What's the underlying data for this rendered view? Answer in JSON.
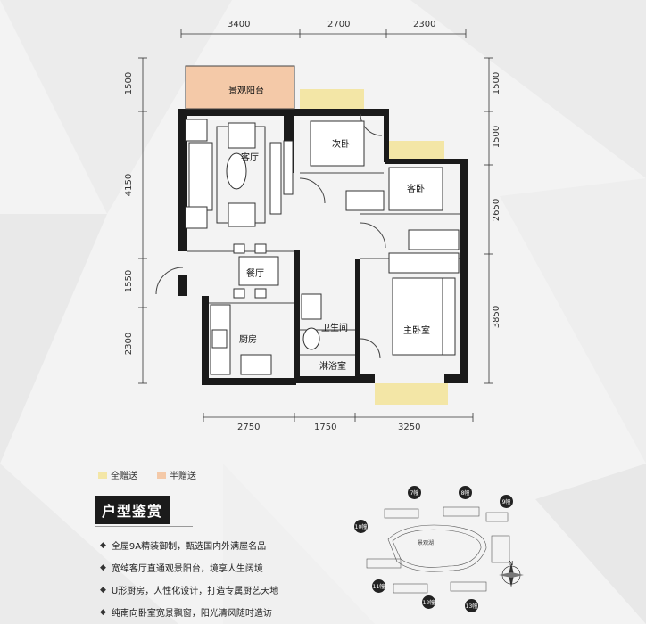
{
  "dims_top": [
    "3400",
    "2700",
    "2300"
  ],
  "dims_bottom": [
    "2750",
    "1750",
    "3250"
  ],
  "dims_left": [
    "1500",
    "4150",
    "1550",
    "2300"
  ],
  "dims_right": [
    "1500",
    "1500",
    "2650",
    "3850"
  ],
  "rooms": {
    "balcony": "景观阳台",
    "living": "客厅",
    "second_bedroom": "次卧",
    "guest_bedroom": "客卧",
    "dining": "餐厅",
    "kitchen": "厨房",
    "bathroom": "卫生间",
    "shower": "淋浴室",
    "master_bedroom": "主卧室"
  },
  "legend": {
    "full_gift": "全赠送",
    "half_gift": "半赠送",
    "full_color": "#f3e6a6",
    "half_color": "#f4c9a8"
  },
  "section_title": "户型鉴赏",
  "features": [
    "全屋9A精装御制，甄选国内外满屋名品",
    "宽绰客厅直通观景阳台，境享人生阔境",
    "U形厨房，人性化设计，打造专属厨艺天地",
    "纯南向卧室宽景飘窗，阳光清风随时造访"
  ],
  "site_plan": {
    "buildings": [
      "7幢",
      "8幢",
      "9幢",
      "10幢",
      "11幢",
      "12幢",
      "13幢"
    ],
    "lake_label": "景观湖",
    "compass": "N"
  },
  "colors": {
    "wall": "#1a1a1a",
    "balcony_fill": "#f4c9a8",
    "window_fill": "#f3e6a6"
  }
}
